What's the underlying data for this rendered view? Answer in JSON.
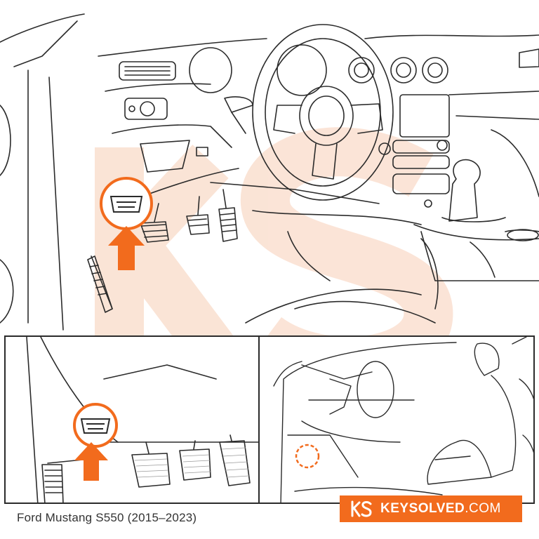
{
  "caption": "Ford Mustang S550 (2015–2023)",
  "brand": {
    "name": "KEYSOLVED",
    "tld": ".COM",
    "logo_letters": "KS",
    "color": "#f26b1d"
  },
  "accent_color": "#f26b1d",
  "line_color": "#2b2b2b",
  "icons": [
    "obd-port-icon",
    "up-arrow-icon",
    "highlight-circle-icon",
    "ks-logo-icon"
  ]
}
